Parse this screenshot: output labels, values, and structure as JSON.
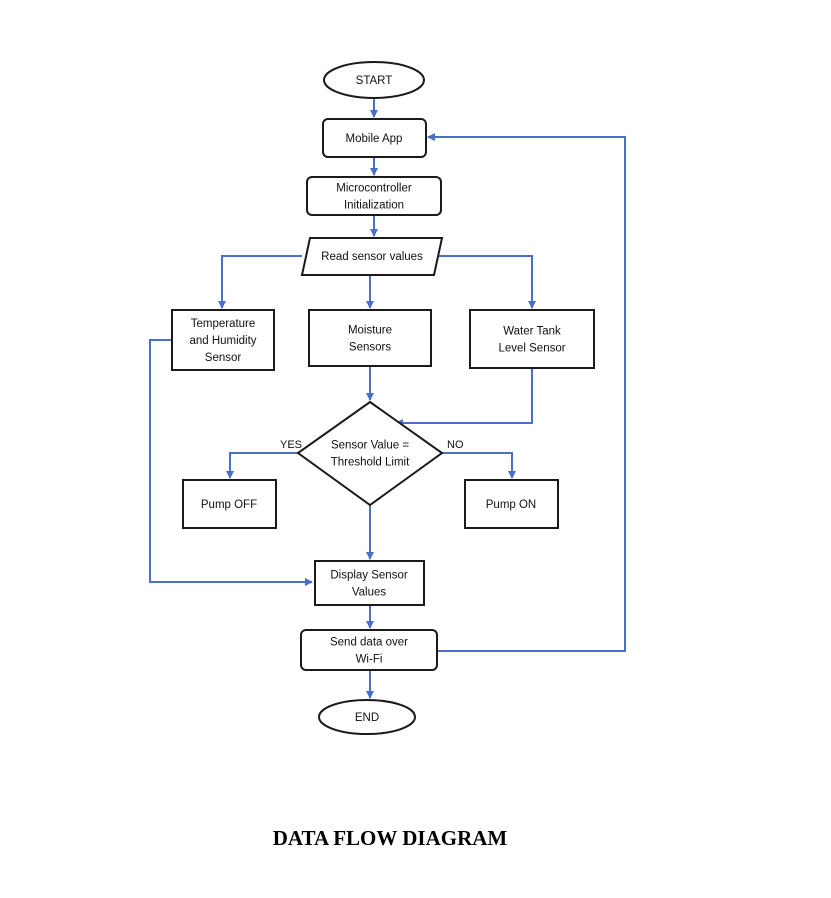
{
  "diagram": {
    "nodes": {
      "start": [
        "START"
      ],
      "mobile_app": [
        "Mobile App"
      ],
      "init": [
        "Microcontroller",
        "Initialization"
      ],
      "read": [
        "Read sensor values"
      ],
      "temp": [
        "Temperature",
        "and Humidity",
        "Sensor"
      ],
      "moist": [
        "Moisture",
        "Sensors"
      ],
      "water": [
        "Water Tank",
        "Level Sensor"
      ],
      "decision": [
        "Sensor Value =",
        "Threshold Limit"
      ],
      "pump_off": [
        "Pump OFF"
      ],
      "pump_on": [
        "Pump ON"
      ],
      "display": [
        "Display Sensor",
        "Values"
      ],
      "send": [
        "Send data over",
        "Wi-Fi"
      ],
      "end": [
        "END"
      ]
    },
    "labels": {
      "yes": "YES",
      "no": "NO"
    },
    "colors": {
      "edge": "#4a6fc4",
      "node_stroke": "#1a1a1a"
    }
  },
  "caption": "DATA FLOW DIAGRAM"
}
